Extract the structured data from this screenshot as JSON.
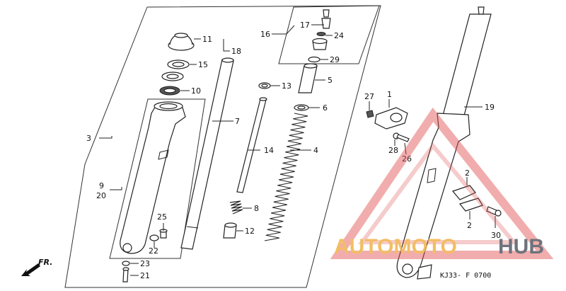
{
  "diagram": {
    "callouts": [
      "11",
      "18",
      "15",
      "10",
      "16",
      "17",
      "24",
      "29",
      "5",
      "13",
      "6",
      "7",
      "3",
      "14",
      "4",
      "9",
      "20",
      "8",
      "12",
      "25",
      "22",
      "23",
      "21",
      "27",
      "1",
      "19",
      "28",
      "26",
      "2",
      "2",
      "30"
    ],
    "direction_label": "FR.",
    "drawing_code": "KJ33- F 0700"
  },
  "watermark": {
    "part1": "AUTOMOTO",
    "part2": "HUB",
    "accent_color": "#f2b24a",
    "dark_color": "#555b66",
    "triangle_color": "#e05050"
  }
}
